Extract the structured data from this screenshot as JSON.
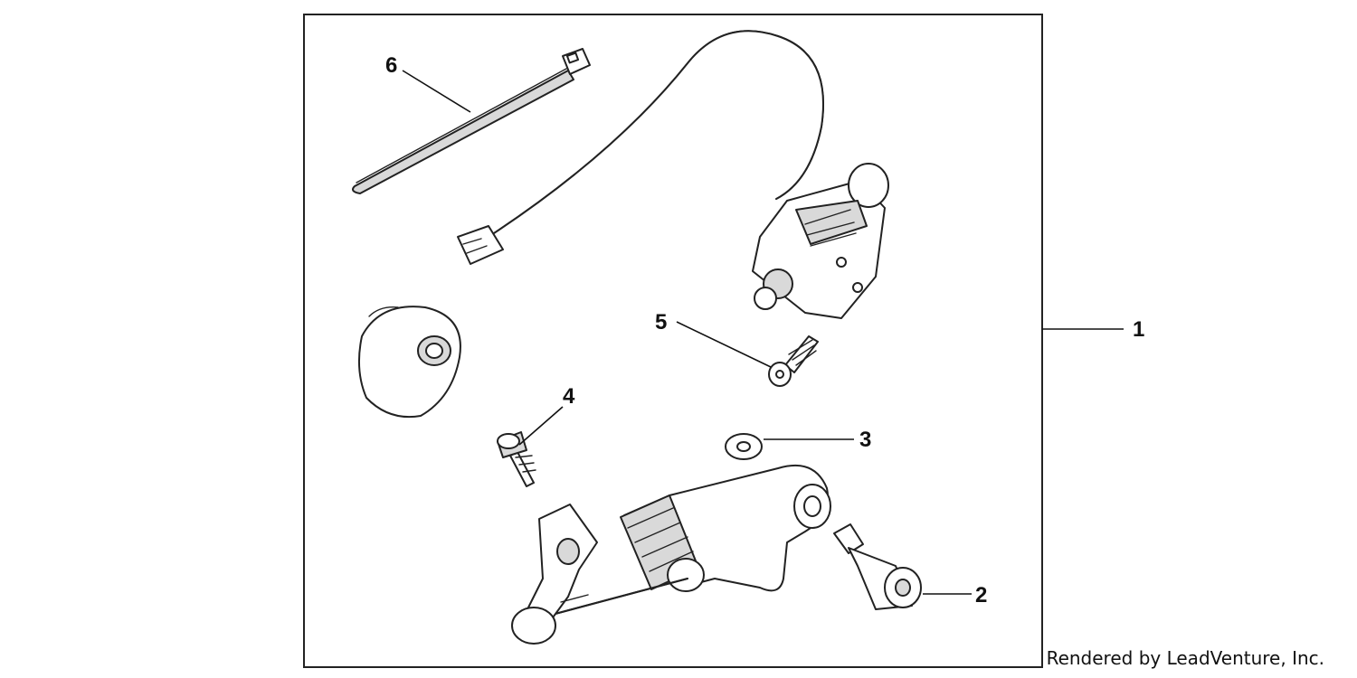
{
  "diagram": {
    "callouts": [
      {
        "id": "1",
        "label": "1"
      },
      {
        "id": "2",
        "label": "2"
      },
      {
        "id": "3",
        "label": "3"
      },
      {
        "id": "4",
        "label": "4"
      },
      {
        "id": "5",
        "label": "5"
      },
      {
        "id": "6",
        "label": "6"
      }
    ],
    "colors": {
      "line": "#222222",
      "shade": "#d9d9d9",
      "background": "#ffffff"
    }
  },
  "footer": {
    "credit": "Rendered by LeadVenture, Inc."
  }
}
